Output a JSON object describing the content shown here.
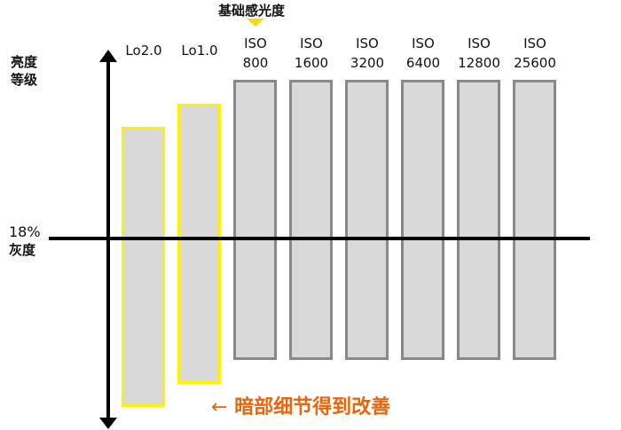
{
  "header": {
    "base_iso_label": "基础感光度"
  },
  "axis": {
    "y_label_line1": "亮度",
    "y_label_line2": "等级",
    "mid_label_line1": "18%",
    "mid_label_line2": "灰度"
  },
  "bars": [
    {
      "line1": "Lo2.0",
      "line2": "",
      "type": "low"
    },
    {
      "line1": "Lo1.0",
      "line2": "",
      "type": "low"
    },
    {
      "line1": "ISO",
      "line2": "800",
      "type": "iso"
    },
    {
      "line1": "ISO",
      "line2": "1600",
      "type": "iso"
    },
    {
      "line1": "ISO",
      "line2": "3200",
      "type": "iso"
    },
    {
      "line1": "ISO",
      "line2": "6400",
      "type": "iso"
    },
    {
      "line1": "ISO",
      "line2": "12800",
      "type": "iso"
    },
    {
      "line1": "ISO",
      "line2": "25600",
      "type": "iso"
    }
  ],
  "annotation": {
    "arrow": "←",
    "text": "暗部细节得到改善"
  },
  "colors": {
    "low_border": "#fff200",
    "iso_border": "#888888",
    "fill": "#d9d9d9",
    "accent": "#e8650a"
  }
}
